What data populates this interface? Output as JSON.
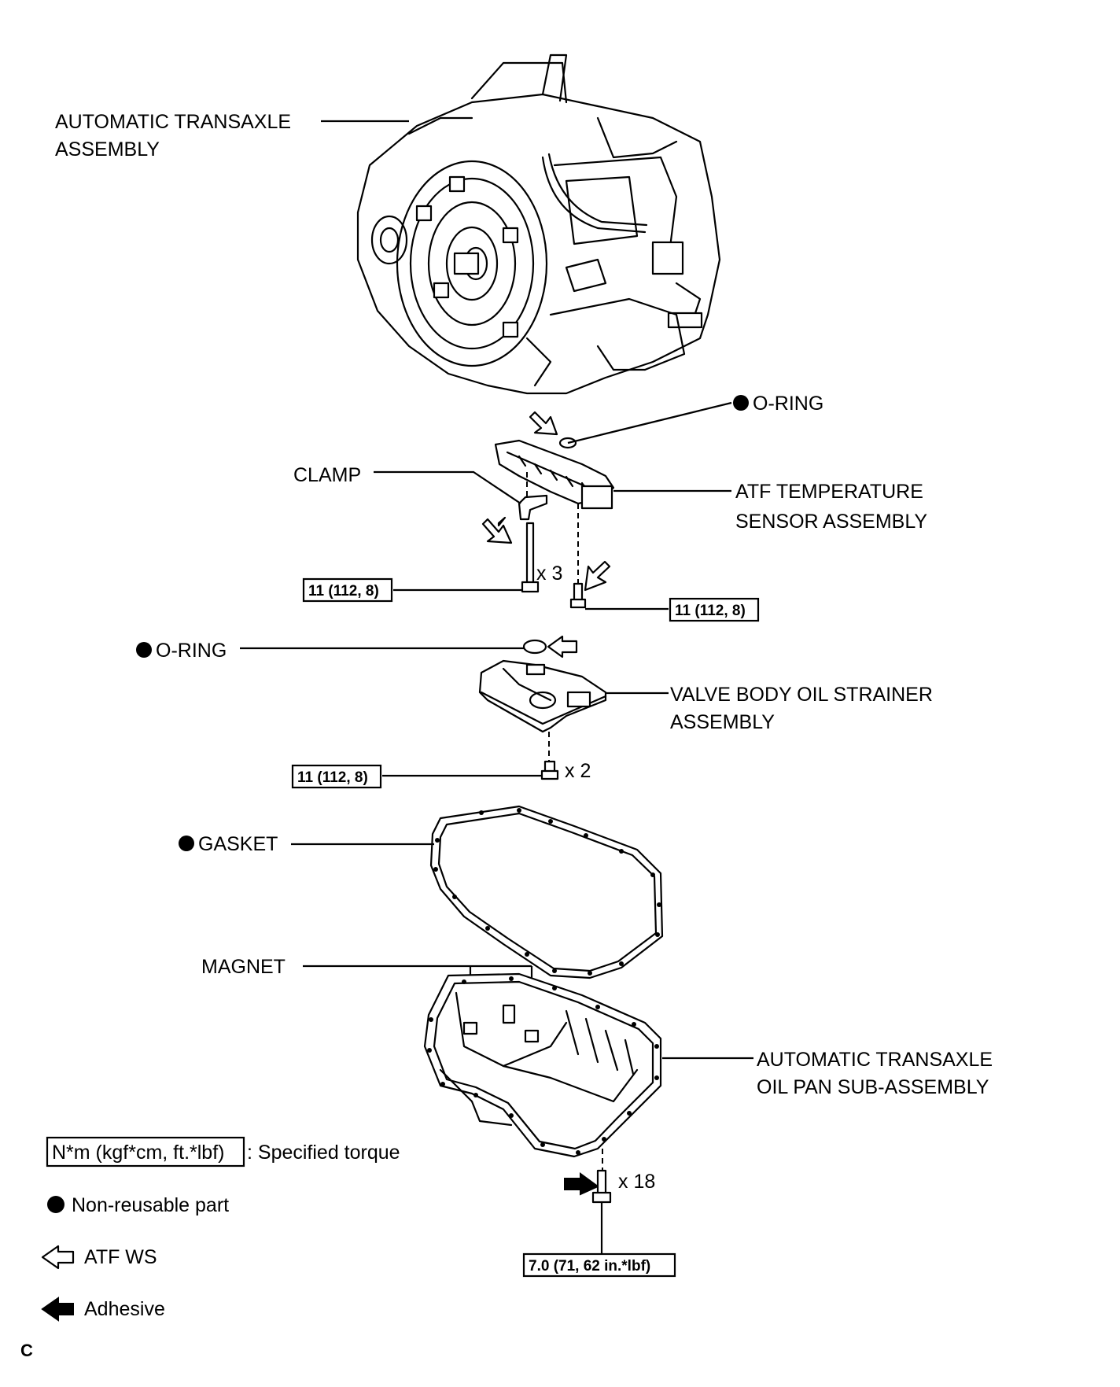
{
  "labels": {
    "transaxle_assembly_1": "AUTOMATIC TRANSAXLE",
    "transaxle_assembly_2": "ASSEMBLY",
    "oring_top": "O-RING",
    "clamp": "CLAMP",
    "atf_sensor_1": "ATF TEMPERATURE",
    "atf_sensor_2": "SENSOR ASSEMBLY",
    "qty_x3": "x 3",
    "oring_mid": "O-RING",
    "strainer_1": "VALVE BODY OIL STRAINER",
    "strainer_2": "ASSEMBLY",
    "qty_x2": "x 2",
    "gasket": "GASKET",
    "magnet": "MAGNET",
    "oil_pan_1": "AUTOMATIC TRANSAXLE",
    "oil_pan_2": "OIL PAN SUB-ASSEMBLY",
    "qty_x18": "x 18"
  },
  "torques": {
    "sensor_bolt_left": "11 (112, 8)",
    "sensor_bolt_right": "11 (112, 8)",
    "strainer_bolt": "11 (112, 8)",
    "oil_pan_bolt": "7.0 (71, 62 in.*lbf)"
  },
  "legend": {
    "torque_unit": "N*m (kgf*cm, ft.*lbf)",
    "torque_desc": ": Specified torque",
    "non_reusable": "Non-reusable part",
    "atf_ws": "ATF WS",
    "adhesive": "Adhesive"
  },
  "corner_code": "C",
  "icons": {
    "non_reusable": "filled-circle-icon",
    "atf_ws": "outline-arrow-icon",
    "adhesive": "filled-arrow-icon"
  }
}
